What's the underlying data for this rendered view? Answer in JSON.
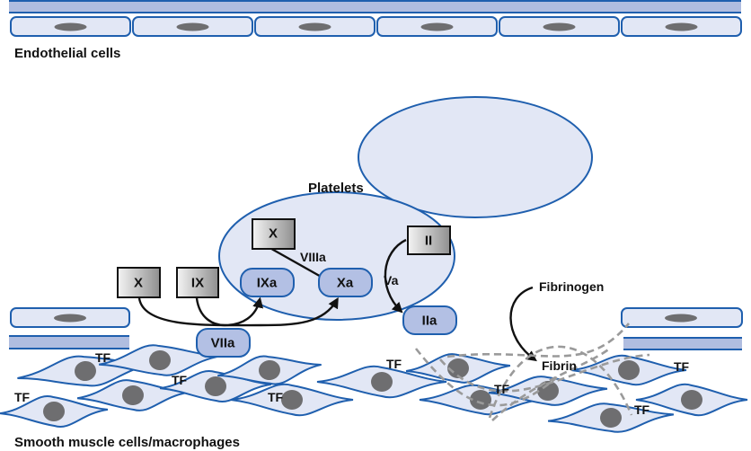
{
  "title": "Coagulation cascade at site of vascular injury",
  "colors": {
    "outline": "#1f5fae",
    "cell_fill": "#e2e7f5",
    "membrane_fill": "#b0bde0",
    "nucleus": "#6e6e70",
    "active_fill": "#b3c0e4",
    "zymogen_fill_light": "#f0f0f0",
    "zymogen_fill_dark": "#9a9a9a",
    "text": "#111111",
    "fibrin_strand": "#9a9a9a"
  },
  "labels": {
    "endothelial": "Endothelial cells",
    "platelets": "Platelets",
    "smooth_muscle": "Smooth muscle cells/macrophages",
    "fibrinogen": "Fibrinogen",
    "fibrin": "Fibrin"
  },
  "zymogens": {
    "x_outer": "X",
    "ix": "IX",
    "x_platelet": "X",
    "ii": "II"
  },
  "active_factors": {
    "viia": "VIIa",
    "ixa": "IXa",
    "xa": "Xa",
    "iia": "IIa"
  },
  "cofactors": {
    "viiia": "VIIIa",
    "va": "Va"
  },
  "tf_label": "TF",
  "endothelial_cell_count": 6
}
